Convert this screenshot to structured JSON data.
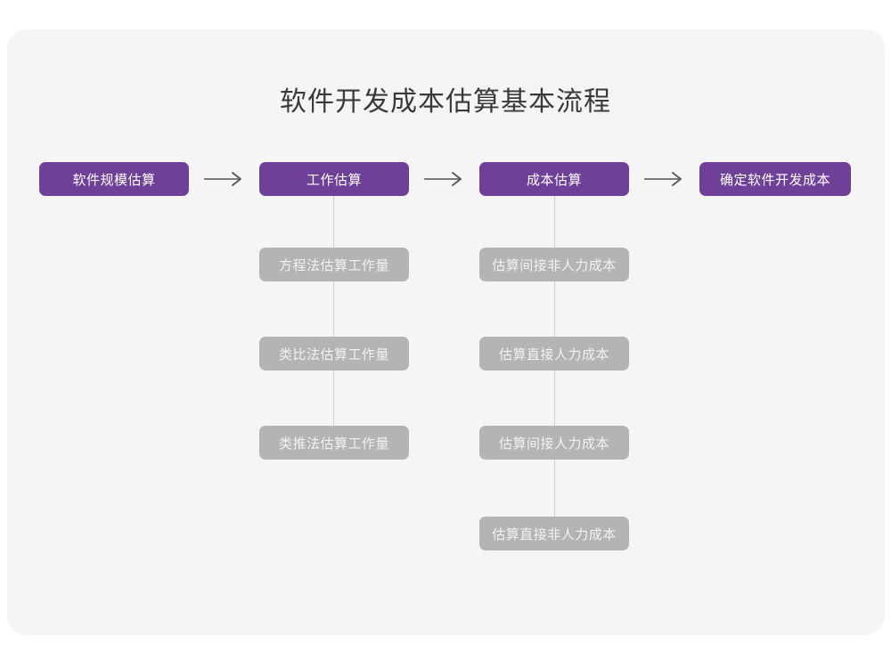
{
  "diagram": {
    "title": "软件开发成本估算基本流程",
    "background_color": "#f5f5f5",
    "page_color": "#ffffff",
    "primary_color": "#6f4098",
    "secondary_color": "#b4b4b4",
    "connector_color": "#cfcfcf",
    "arrow_color": "#555555",
    "title_color": "#3a3a3a",
    "arrows": [
      {
        "name": "arrow-1",
        "label": "→"
      },
      {
        "name": "arrow-2",
        "label": "→"
      },
      {
        "name": "arrow-3",
        "label": "→"
      }
    ],
    "columns": [
      {
        "id": "software-scale-estimation",
        "main": "软件规模估算",
        "sub": []
      },
      {
        "id": "effort-estimation",
        "main": "工作估算",
        "sub": [
          "方程法估算工作量",
          "类比法估算工作量",
          "类推法估算工作量"
        ]
      },
      {
        "id": "cost-estimation",
        "main": "成本估算",
        "sub": [
          "估算间接非人力成本",
          "估算直接人力成本",
          "估算间接人力成本",
          "估算直接非人力成本"
        ]
      },
      {
        "id": "determine-development-cost",
        "main": "确定软件开发成本",
        "sub": []
      }
    ]
  }
}
